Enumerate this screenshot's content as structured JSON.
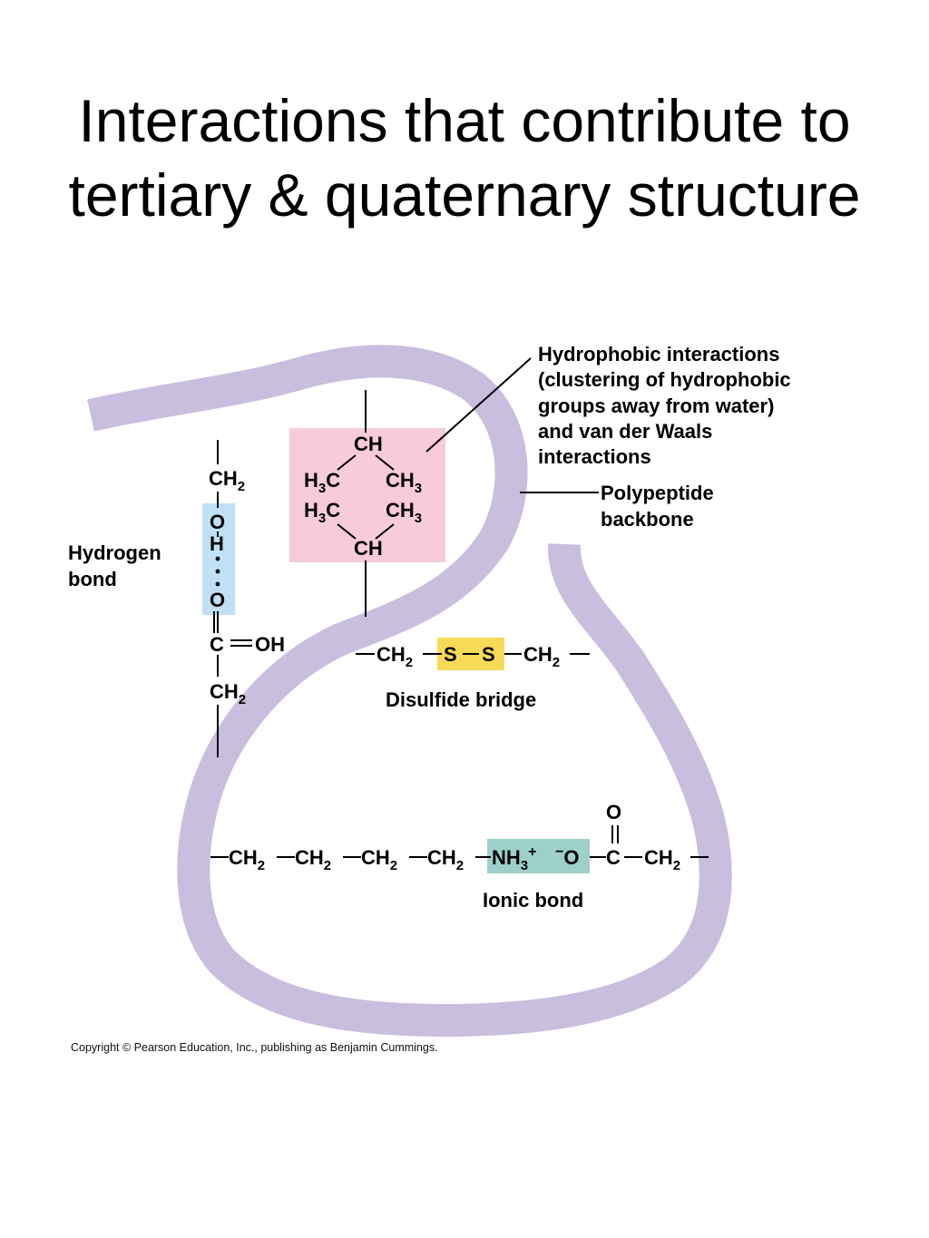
{
  "title": {
    "line1": "Interactions that contribute to",
    "line2": "tertiary & quaternary structure"
  },
  "diagram": {
    "hydrophobic": {
      "line1": "Hydrophobic interactions",
      "line2": "(clustering of hydrophobic",
      "line3": "groups away from water)",
      "line4_prefix": "and ",
      "line4_bold": "van der Waals",
      "line5": "interactions"
    },
    "backbone": {
      "line1": "Polypeptide",
      "line2": "backbone"
    },
    "hbond": {
      "label1": "Hydrogen",
      "label2": "bond",
      "atoms": [
        "CH",
        "O",
        "H",
        "O",
        "C",
        "OH",
        "CH"
      ],
      "subscripts": [
        "2",
        "2"
      ]
    },
    "hydrophobic_group": {
      "top_ch": "CH",
      "bottom_ch": "CH",
      "h3c": "H",
      "c": "C",
      "ch3": "CH",
      "sub3": "3"
    },
    "disulfide": {
      "label": "Disulfide bridge",
      "ch": "CH",
      "sub2": "2",
      "s": "S"
    },
    "ionic": {
      "label": "Ionic bond",
      "ch": "CH",
      "sub2": "2",
      "nh": "NH",
      "sub3": "3",
      "plus": "+",
      "minus": "−",
      "o_minus": "O",
      "c": "C",
      "o_top": "O"
    },
    "colors": {
      "backbone": "#c9bedd",
      "hydrophobic_box": "#f7cbd9",
      "hbond_box": "#bfe0f5",
      "disulfide_box": "#f7da55",
      "ionic_box": "#9dd0ca"
    }
  },
  "copyright": "Copyright © Pearson Education, Inc., publishing as Benjamin Cummings."
}
